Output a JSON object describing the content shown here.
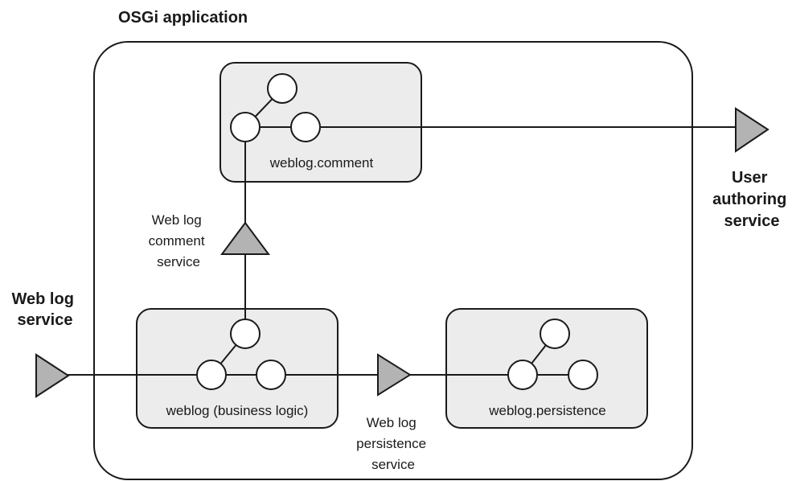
{
  "diagram": {
    "title": "OSGi application",
    "bundles": {
      "comment": "weblog.comment",
      "business": "weblog (business logic)",
      "persistence": "weblog.persistence"
    },
    "services": {
      "web_log": [
        "Web log",
        "service"
      ],
      "user_authoring": [
        "User",
        "authoring",
        "service"
      ],
      "comment_service": [
        "Web log",
        "comment",
        "service"
      ],
      "persistence_service": [
        "Web log",
        "persistence",
        "service"
      ]
    },
    "colors": {
      "bundle_fill": "#ececec",
      "service_fill": "#b3b3b3",
      "stroke": "#1a1a1a"
    }
  }
}
